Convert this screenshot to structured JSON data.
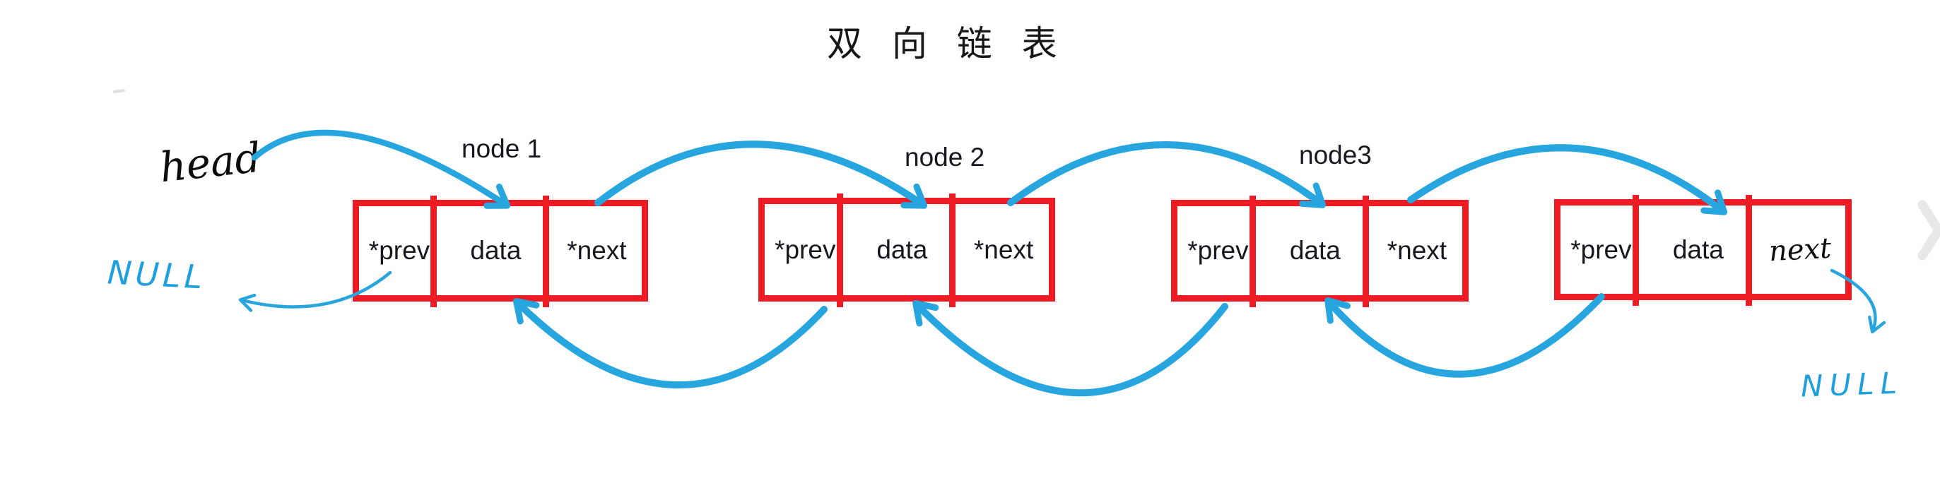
{
  "title": "双 向 链 表",
  "labels": {
    "head": "head",
    "null_left": "NULL",
    "null_right": "NULL"
  },
  "nodes": [
    {
      "label": "node 1",
      "cells": [
        "*prev",
        "data",
        "*next"
      ]
    },
    {
      "label": "node 2",
      "cells": [
        "*prev",
        "data",
        "*next"
      ]
    },
    {
      "label": "node3",
      "cells": [
        "*prev",
        "data",
        "*next"
      ]
    },
    {
      "label": "",
      "cells": [
        "*prev",
        "data",
        "next"
      ]
    }
  ],
  "icons": {
    "carousel_next": "chevron-right"
  },
  "colors": {
    "box_border": "#ed1c24",
    "arrow_blue": "#27a5df",
    "handwriting_blue": "#1f9fdc",
    "text": "#17171f"
  }
}
